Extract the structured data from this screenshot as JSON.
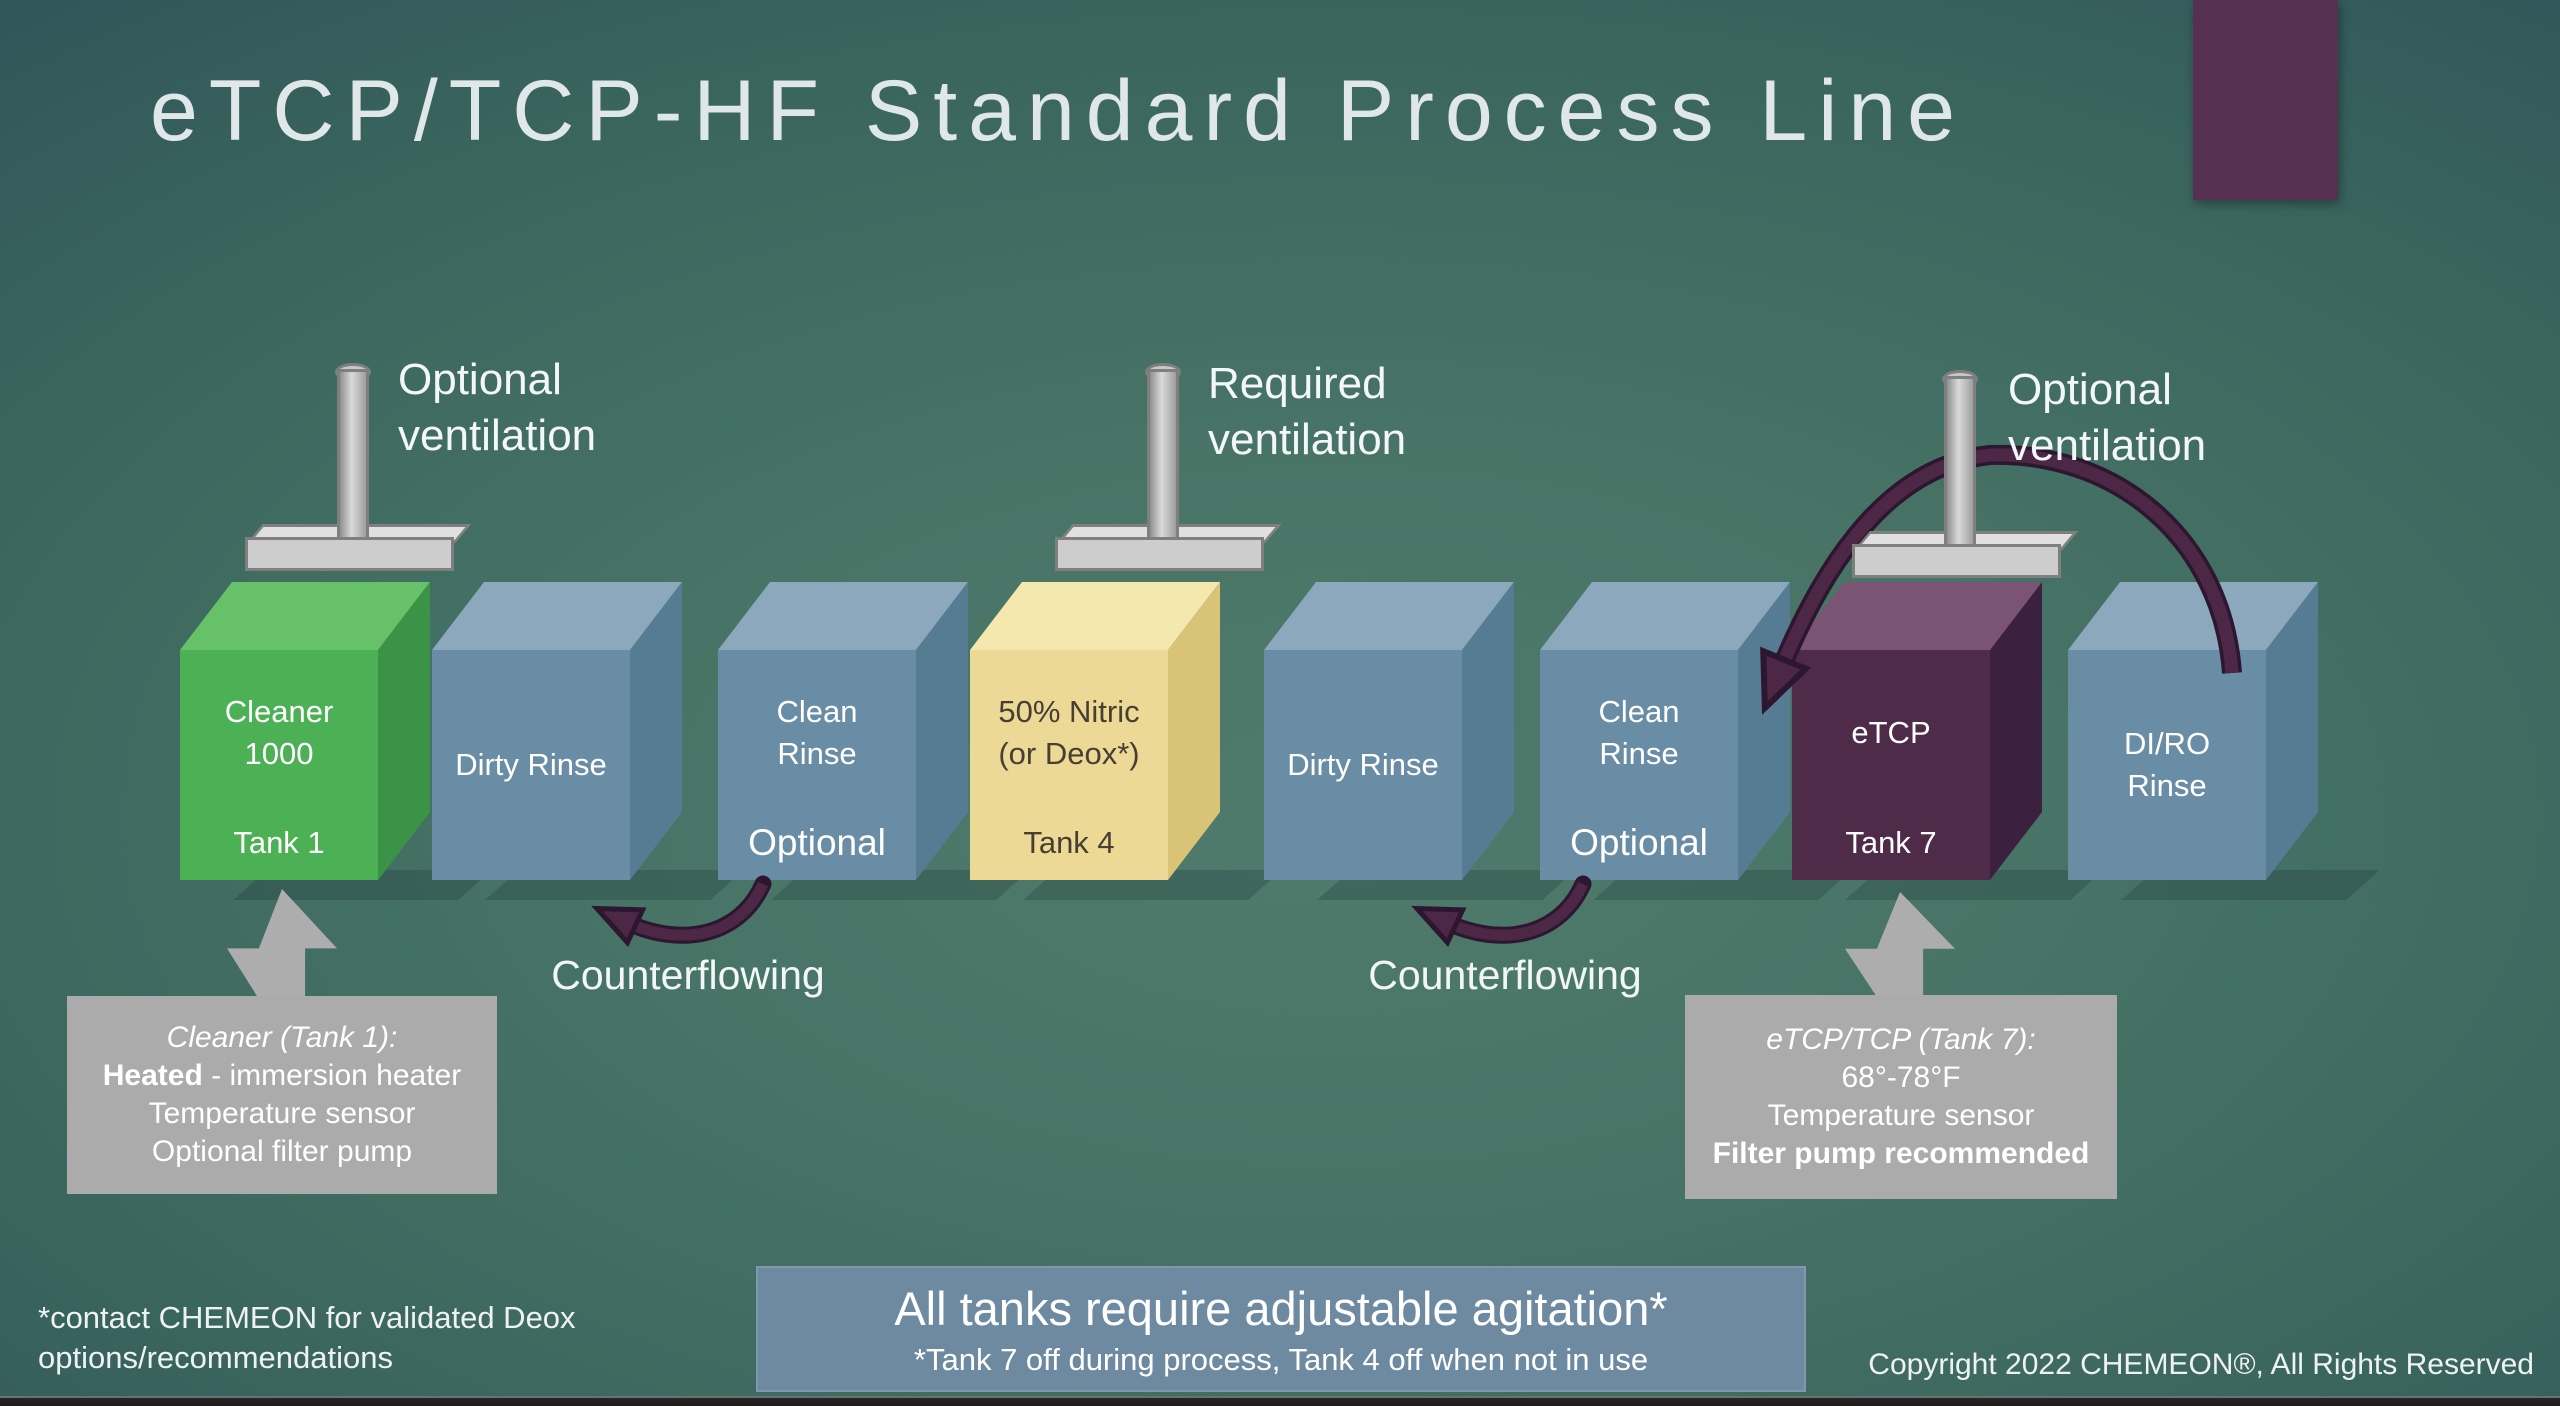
{
  "slide": {
    "title": "eTCP/TCP-HF Standard Process Line"
  },
  "vent_labels": [
    {
      "line1": "Optional",
      "line2": "ventilation"
    },
    {
      "line1": "Required",
      "line2": "ventilation"
    },
    {
      "line1": "Optional",
      "line2": "ventilation"
    }
  ],
  "tanks": [
    {
      "line1": "Cleaner",
      "line2": "1000",
      "sub": "Tank 1"
    },
    {
      "line1": "Dirty Rinse"
    },
    {
      "line1": "Clean",
      "line2": "Rinse",
      "sub": "Optional"
    },
    {
      "line1": "50% Nitric",
      "line2": "(or Deox*)",
      "sub": "Tank 4"
    },
    {
      "line1": "Dirty Rinse"
    },
    {
      "line1": "Clean",
      "line2": "Rinse",
      "sub": "Optional"
    },
    {
      "line1": "eTCP",
      "sub": "Tank 7"
    },
    {
      "line1": "DI/RO",
      "line2": "Rinse"
    }
  ],
  "counterflow": {
    "label": "Counterflowing"
  },
  "callouts": {
    "left": {
      "line1": "Cleaner (Tank 1):",
      "line2_bold": "Heated",
      "line2_rest": " - immersion heater",
      "line3": "Temperature sensor",
      "line4": "Optional filter pump"
    },
    "right": {
      "line1": "eTCP/TCP (Tank 7):",
      "line2": "68°-78°F",
      "line3": "Temperature sensor",
      "line4": "Filter pump recommended"
    }
  },
  "agitation_box": {
    "line1": "All tanks require adjustable agitation*",
    "line2": "*Tank 7 off during process, Tank 4 off when not in use"
  },
  "footnote": {
    "line1": "*contact CHEMEON for validated Deox",
    "line2": "options/recommendations"
  },
  "copyright": "Copyright 2022 CHEMEON®, All Rights Reserved",
  "colors": {
    "background_center": "#4f7b6c",
    "background_edge": "#1c3843",
    "tank_green": "#4cb055",
    "tank_blue": "#6a8da6",
    "tank_yellow": "#ecd996",
    "tank_purple": "#4e2c49",
    "callout_gray": "#ababab",
    "arrow_purple": "#4c2846",
    "agitation_box_blue": "#6d8aa0",
    "corner_accent_purple": "#553050"
  }
}
